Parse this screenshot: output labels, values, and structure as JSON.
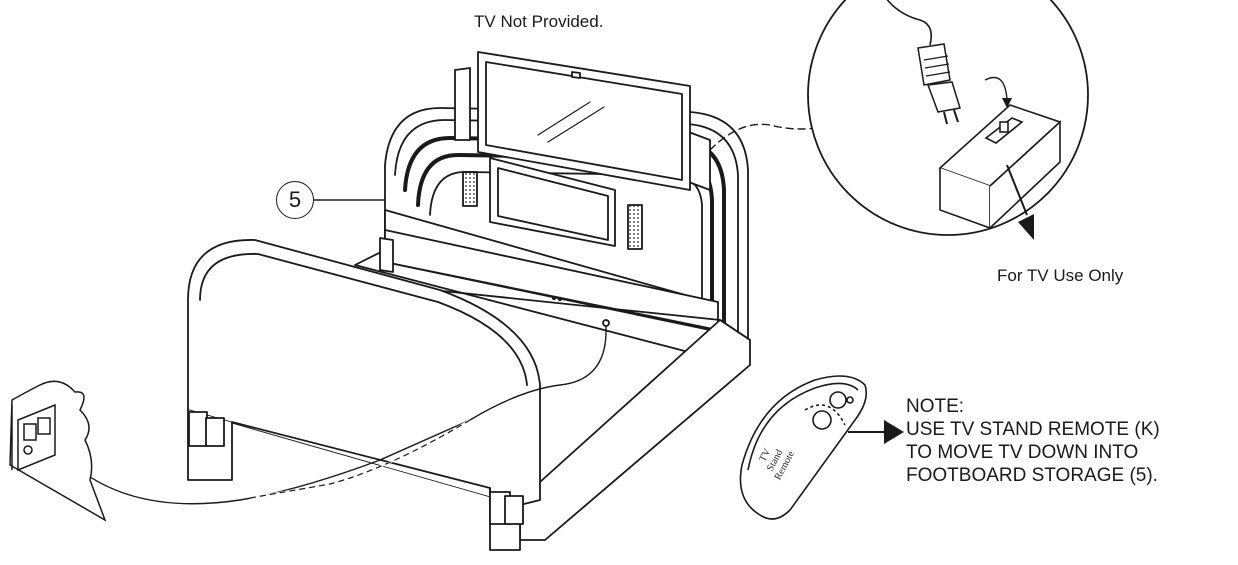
{
  "labels": {
    "tv_not_provided": "TV Not Provided.",
    "for_tv_use_only": "For TV Use Only",
    "callout_number": "5",
    "note_title": "NOTE:",
    "note_lines": [
      "USE TV STAND REMOTE (K)",
      "TO MOVE TV DOWN INTO",
      "FOOTBOARD STORAGE (5)."
    ],
    "remote_label": "TV Stand Remote"
  },
  "icons": [
    "bed-frame-illustration",
    "tv-screen-icon",
    "power-plug-icon",
    "outlet-box-icon",
    "wall-outlet-icon",
    "remote-control-icon",
    "arrow-icon"
  ]
}
